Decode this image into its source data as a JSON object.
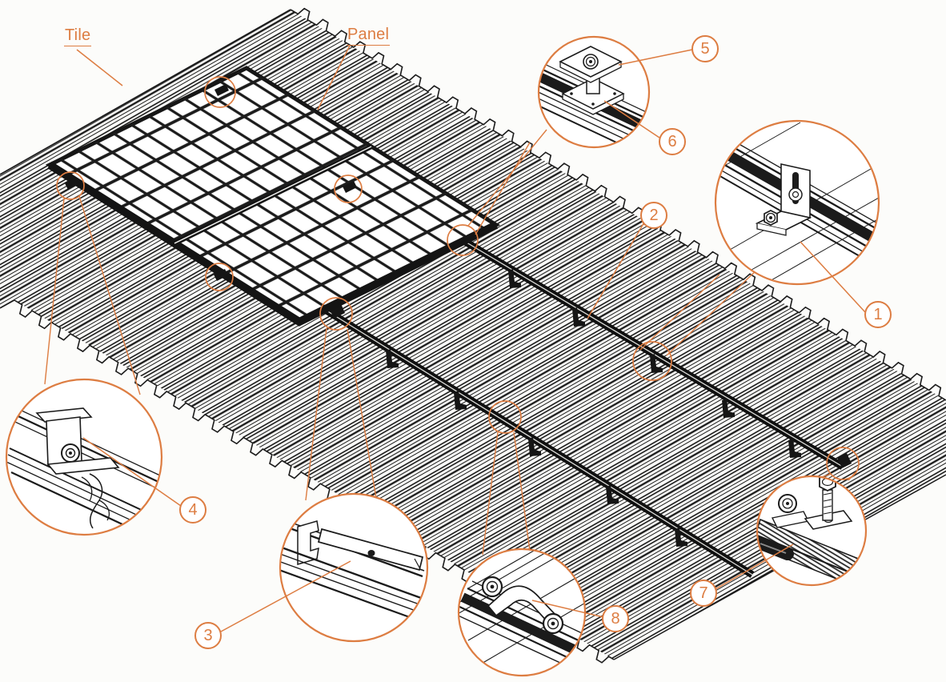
{
  "figure": {
    "labels": {
      "tile": "Tile",
      "panel": "Panel"
    },
    "callouts": {
      "c1": "1",
      "c2": "2",
      "c3": "3",
      "c4": "4",
      "c5": "5",
      "c6": "6",
      "c7": "7",
      "c8": "8"
    },
    "colors": {
      "accent": "#DD7D42",
      "ink": "#1B1B1B",
      "background": "#FCFCFA"
    }
  }
}
